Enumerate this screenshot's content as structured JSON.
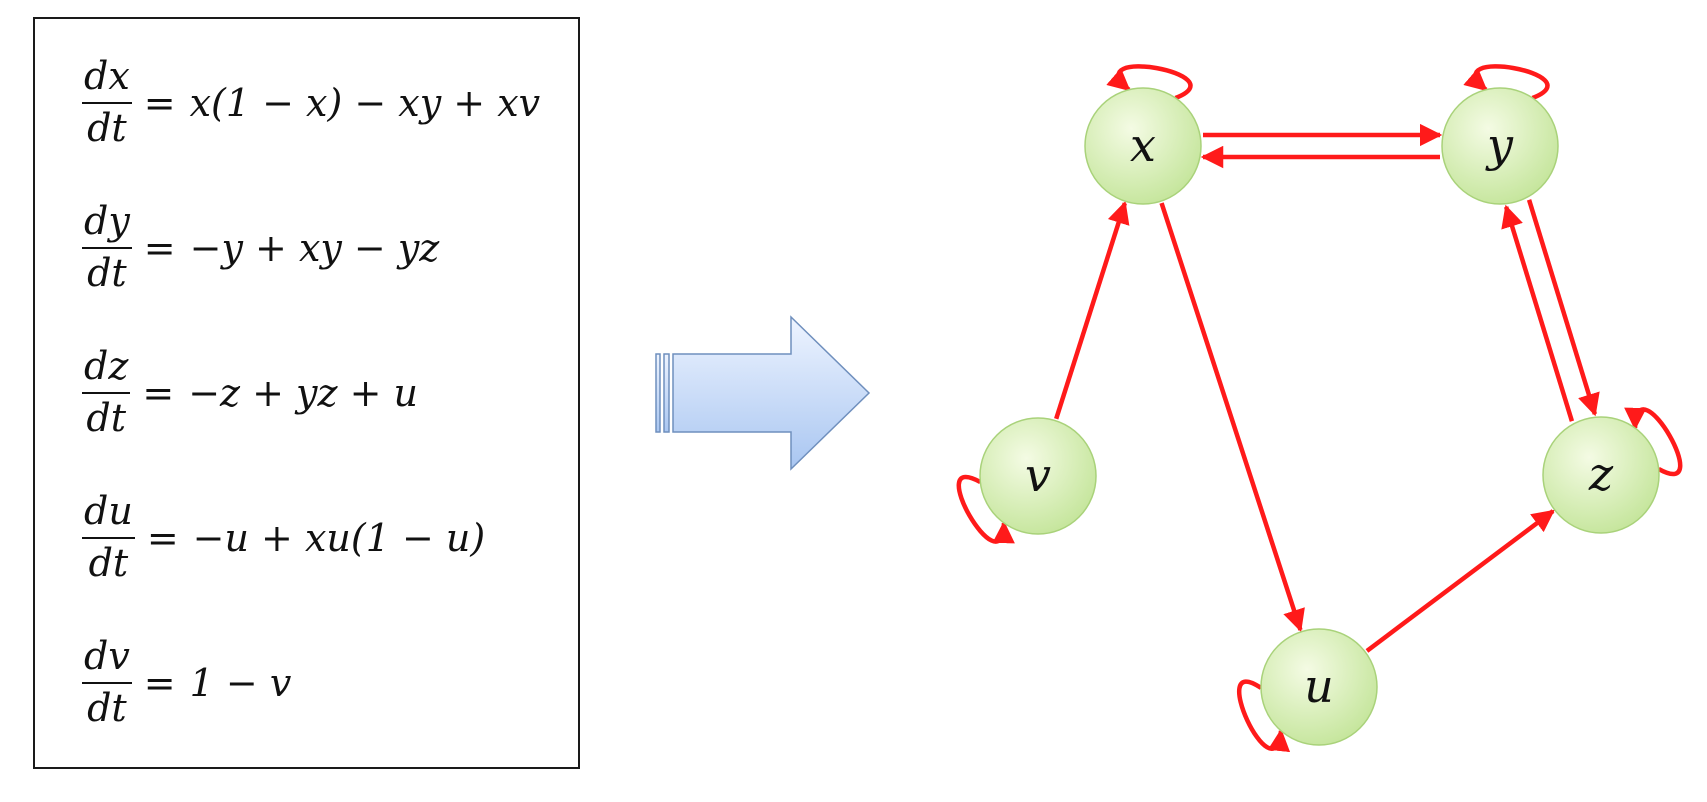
{
  "equations": [
    {
      "num": "dx",
      "den": "dt",
      "rhs": "x(1 − x) − xy + xv"
    },
    {
      "num": "dy",
      "den": "dt",
      "rhs": "−y + xy − yz"
    },
    {
      "num": "dz",
      "den": "dt",
      "rhs": "−z + yz + u"
    },
    {
      "num": "du",
      "den": "dt",
      "rhs": "−u + xu(1 − u)"
    },
    {
      "num": "dv",
      "den": "dt",
      "rhs": "1 − v"
    }
  ],
  "graph": {
    "nodes": [
      {
        "id": "x",
        "label": "x"
      },
      {
        "id": "y",
        "label": "y"
      },
      {
        "id": "z",
        "label": "z"
      },
      {
        "id": "u",
        "label": "u"
      },
      {
        "id": "v",
        "label": "v"
      }
    ],
    "edges": [
      {
        "from": "y",
        "to": "x"
      },
      {
        "from": "x",
        "to": "y"
      },
      {
        "from": "v",
        "to": "x"
      },
      {
        "from": "x",
        "to": "u"
      },
      {
        "from": "y",
        "to": "z"
      },
      {
        "from": "z",
        "to": "y"
      },
      {
        "from": "u",
        "to": "z"
      }
    ],
    "self_loops": [
      "x",
      "y",
      "z",
      "u",
      "v"
    ]
  },
  "colors": {
    "edge": "#ff1a1a",
    "node_fill_light": "#f4fbe4",
    "node_fill_dark": "#c4e59a",
    "node_stroke": "#a9d27a",
    "arrow_fill_light": "#eef4ff",
    "arrow_fill_dark": "#a9c6f1",
    "arrow_stroke": "#6f8fbd"
  }
}
